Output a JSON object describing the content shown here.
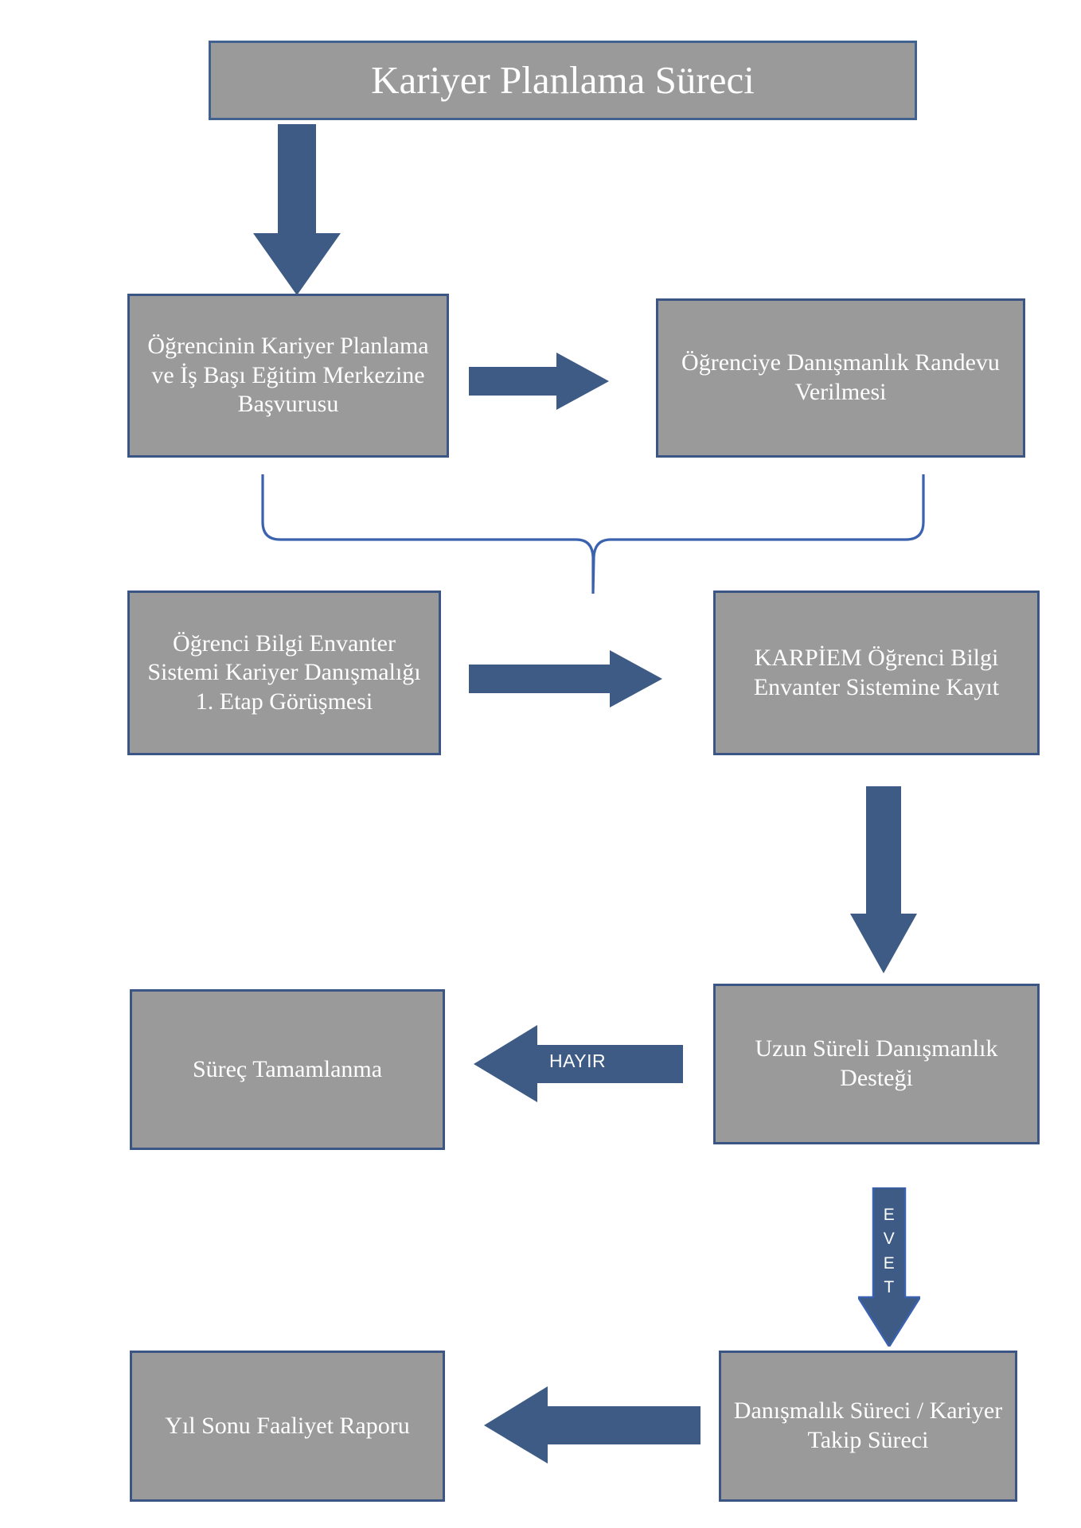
{
  "diagram": {
    "title": "Kariyer Planlama Süreci",
    "language": "tr",
    "colors": {
      "node_fill": "#9a9a9a",
      "node_border": "#3b5584",
      "node_text": "#ffffff",
      "arrow_fill": "#3d5border",
      "arrow": "#3d5b85",
      "connector_line": "#3b62ae",
      "background": "#ffffff"
    },
    "nodes": [
      {
        "id": "title",
        "label": "Kariyer Planlama Süreci"
      },
      {
        "id": "basvuru",
        "label": "Öğrencinin Kariyer Planlama ve İş Başı Eğitim Merkezine Başvurusu"
      },
      {
        "id": "randevu",
        "label": "Öğrenciye Danışmanlık Randevu Verilmesi"
      },
      {
        "id": "etap",
        "label": "Öğrenci Bilgi Envanter Sistemi Kariyer Danışmalığı 1. Etap Görüşmesi"
      },
      {
        "id": "karpiem",
        "label": "KARPİEM Öğrenci Bilgi Envanter Sistemine Kayıt"
      },
      {
        "id": "tamamlanma",
        "label": "Süreç Tamamlanma"
      },
      {
        "id": "uzun",
        "label": "Uzun Süreli Danışmanlık Desteği"
      },
      {
        "id": "rapor",
        "label": "Yıl Sonu Faaliyet Raporu"
      },
      {
        "id": "takip",
        "label": "Danışmalık Süreci / Kariyer Takip Süreci"
      }
    ],
    "edges": [
      {
        "id": "e-title-basvuru",
        "from": "title",
        "to": "basvuru",
        "direction": "down",
        "label": ""
      },
      {
        "id": "e-basvuru-randevu",
        "from": "basvuru",
        "to": "randevu",
        "direction": "right",
        "label": ""
      },
      {
        "id": "e-brace",
        "from": "basvuru+randevu",
        "to": "etap/karpiem",
        "direction": "brace",
        "label": ""
      },
      {
        "id": "e-etap-karpiem",
        "from": "etap",
        "to": "karpiem",
        "direction": "right",
        "label": ""
      },
      {
        "id": "e-karpiem-uzun",
        "from": "karpiem",
        "to": "uzun",
        "direction": "down",
        "label": ""
      },
      {
        "id": "e-uzun-tamamlanma",
        "from": "uzun",
        "to": "tamamlanma",
        "direction": "left",
        "label": "HAYIR"
      },
      {
        "id": "e-uzun-takip",
        "from": "uzun",
        "to": "takip",
        "direction": "down",
        "label": "EVET"
      },
      {
        "id": "e-takip-rapor",
        "from": "takip",
        "to": "rapor",
        "direction": "left",
        "label": ""
      }
    ],
    "labels": {
      "hayir": "HAYIR",
      "evet": "EVET",
      "evet_letters": [
        "E",
        "V",
        "E",
        "T"
      ]
    }
  }
}
